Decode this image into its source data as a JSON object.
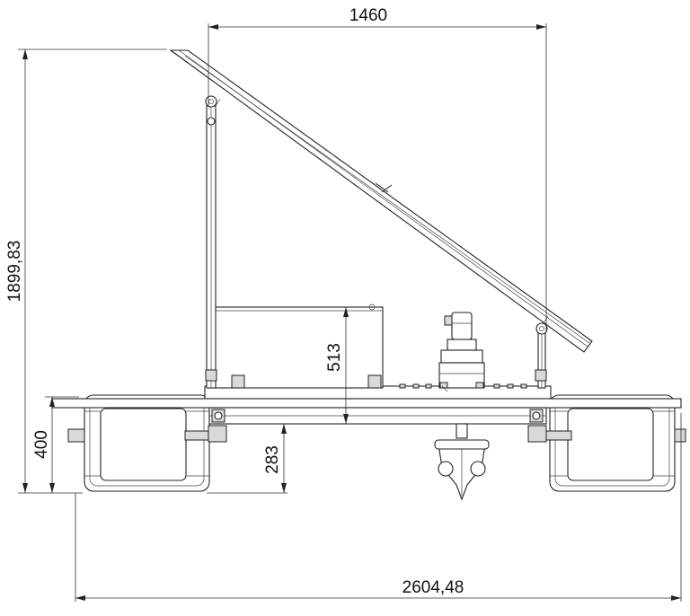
{
  "dimensions": {
    "overall_width": "2604,48",
    "top_width": "1460",
    "total_height": "1899,83",
    "float_height": "400",
    "clearance": "283",
    "box_height": "513"
  }
}
